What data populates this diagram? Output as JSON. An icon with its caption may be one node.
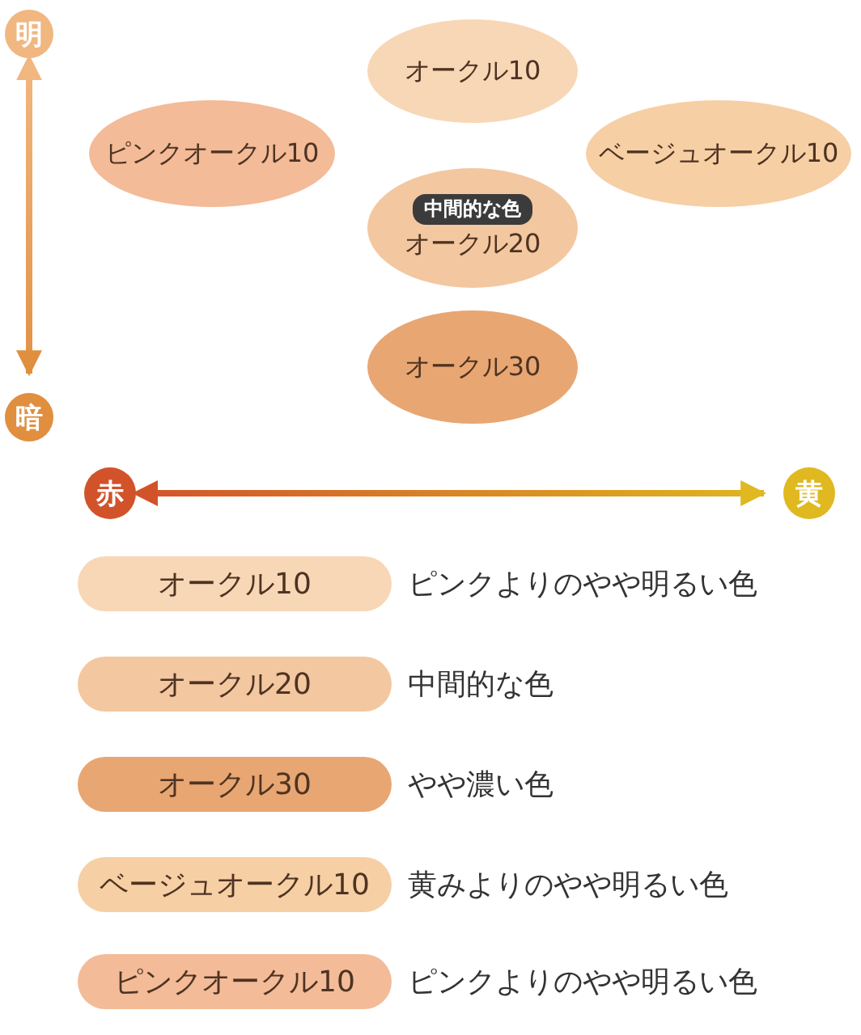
{
  "diagram": {
    "nodes": [
      {
        "text": [
          "明"
        ]
      },
      {
        "text": [
          "オークル10"
        ]
      },
      {
        "text": [
          "ピンクオークル10"
        ]
      },
      {
        "text": [
          "ベージュオークル10"
        ]
      },
      {
        "text": [
          "中間的な色",
          "オークル20"
        ]
      },
      {
        "text": [
          "オークル30"
        ]
      },
      {
        "text": [
          "暗"
        ]
      },
      {
        "text": [
          "赤"
        ]
      },
      {
        "text": [
          "黄"
        ]
      },
      {
        "text": [
          "オークル10"
        ],
        "beside": [
          "ピンクよりのやや明るい色"
        ]
      },
      {
        "text": [
          "オークル20"
        ],
        "beside": [
          "中間的な色"
        ]
      },
      {
        "text": [
          "オークル30"
        ],
        "beside": [
          "やや濃い色"
        ]
      },
      {
        "text": [
          "ベージュオークル10"
        ],
        "beside": [
          "黄みよりのやや明るい色"
        ]
      },
      {
        "text": [
          "ピンクオークル10"
        ],
        "beside": [
          "ピンクよりのやや明るい色"
        ]
      }
    ],
    "edges": [
      {
        "from": 0,
        "to": 6,
        "arrow": "both"
      },
      {
        "from": 7,
        "to": 8,
        "arrow": "both"
      }
    ]
  }
}
